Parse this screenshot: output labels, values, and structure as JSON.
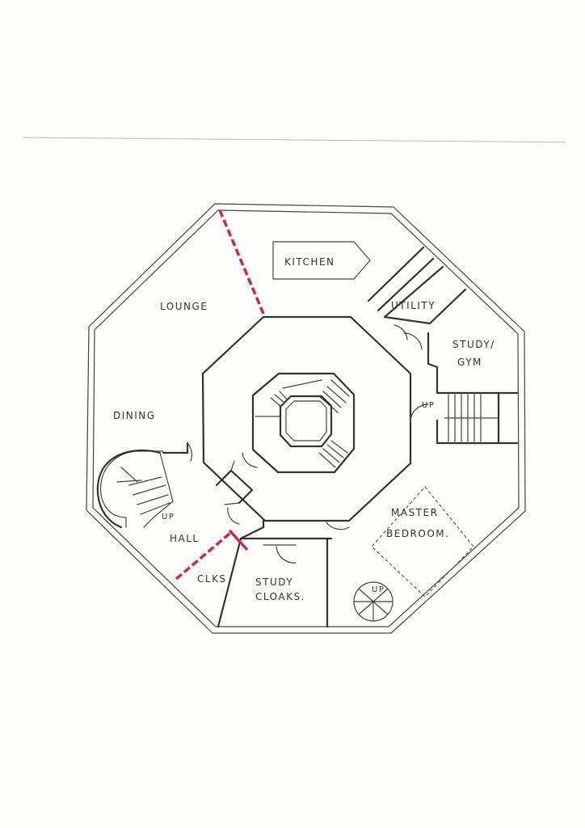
{
  "plan": {
    "rooms": {
      "kitchen": "KITCHEN",
      "utility": "UTILITY",
      "study_gym_1": "STUDY/",
      "study_gym_2": "GYM",
      "lounge": "LOUNGE",
      "dining": "DINING",
      "master_1": "MASTER",
      "master_2": "BEDROOM.",
      "hall": "HALL",
      "clks": "CLKS",
      "study_cloaks_1": "STUDY",
      "study_cloaks_2": "CLOAKS."
    },
    "stair_labels": {
      "up_left": "UP",
      "up_right": "UP",
      "up_spiral": "UP"
    },
    "colors": {
      "ink": "#333333",
      "red_walls": "#c8285a"
    }
  }
}
